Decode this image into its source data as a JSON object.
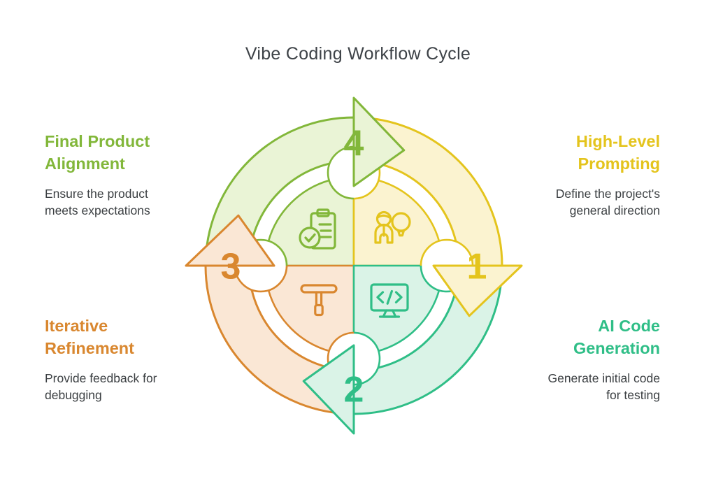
{
  "title": "Vibe Coding Workflow Cycle",
  "text_color": "#3c4043",
  "background": "#ffffff",
  "steps": [
    {
      "number": "1",
      "heading_lines": [
        "High-Level",
        "Prompting"
      ],
      "description_lines": [
        "Define the project's",
        "general direction"
      ],
      "color": "#e4c41d",
      "fill": "#fbf3d0",
      "icon": "person-lightbulb-icon",
      "corner": "top-right"
    },
    {
      "number": "2",
      "heading_lines": [
        "AI Code",
        "Generation"
      ],
      "description_lines": [
        "Generate initial code",
        "for testing"
      ],
      "color": "#2fbe87",
      "fill": "#daf3e7",
      "icon": "code-monitor-icon",
      "corner": "bottom-right"
    },
    {
      "number": "3",
      "heading_lines": [
        "Iterative",
        "Refinement"
      ],
      "description_lines": [
        "Provide feedback for",
        "debugging"
      ],
      "color": "#d9872f",
      "fill": "#fae7d5",
      "icon": "t-wrench-icon",
      "corner": "bottom-left"
    },
    {
      "number": "4",
      "heading_lines": [
        "Final Product",
        "Alignment"
      ],
      "description_lines": [
        "Ensure the product",
        "meets expectations"
      ],
      "color": "#82b73a",
      "fill": "#eaf4d6",
      "icon": "clipboard-check-icon",
      "corner": "top-left"
    }
  ]
}
